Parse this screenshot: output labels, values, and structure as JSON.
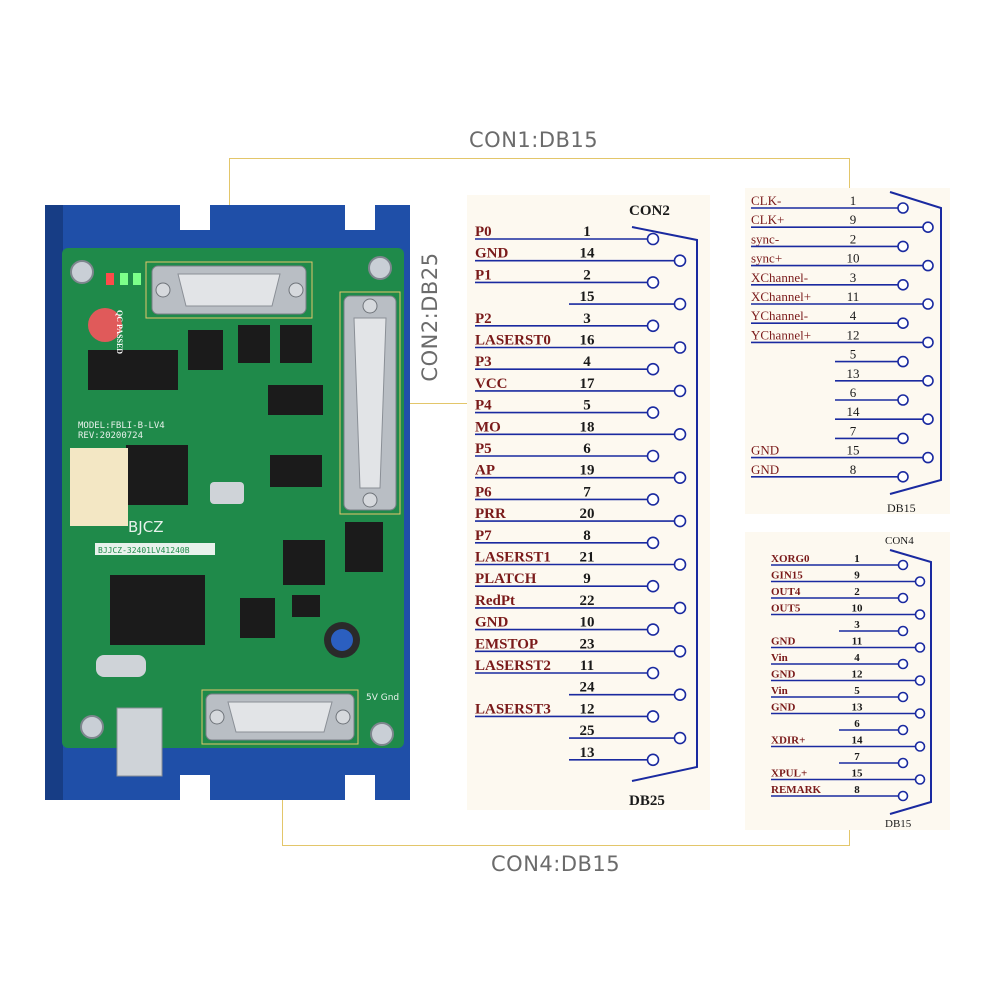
{
  "callouts": {
    "con1": "CON1:DB15",
    "con2": "CON2:DB25",
    "con4": "CON4:DB15"
  },
  "board": {
    "brand": "BJCZ",
    "model": "MODEL:FBLI-B-LV4",
    "rev": "REV:20200724",
    "serial": "BJJCZ-32401LV41240B",
    "qc_badge": "QC PASSED",
    "header_5v": "5V Gnd",
    "colors": {
      "housing": "#1f4fa8",
      "pcb": "#1f8a4a",
      "silk": "#e8f2ec"
    }
  },
  "con2": {
    "title": "CON2",
    "footer": "DB25",
    "left_pins": [
      {
        "label": "P0",
        "pin": "1"
      },
      {
        "label": "P1",
        "pin": "2"
      },
      {
        "label": "",
        "pin": "3"
      },
      {
        "label": "P2",
        "pin": "4"
      },
      {
        "label": "P3",
        "pin": "5"
      },
      {
        "label": "P4",
        "pin": "6"
      },
      {
        "label": "P5",
        "pin": "7"
      },
      {
        "label": "P6",
        "pin": "8"
      },
      {
        "label": "P7",
        "pin": "9"
      },
      {
        "label": "PLATCH",
        "pin": "10"
      },
      {
        "label": "GND",
        "pin": "11"
      },
      {
        "label": "LASERST2",
        "pin": "12"
      },
      {
        "label": "LASERST3",
        "pin": "13"
      }
    ],
    "rows": [
      {
        "label": "P0",
        "pin": "1"
      },
      {
        "label": "GND",
        "pin": "14"
      },
      {
        "label": "P1",
        "pin": "2"
      },
      {
        "label": "",
        "pin": "15"
      },
      {
        "label": "P2",
        "pin": "3"
      },
      {
        "label": "LASERST0",
        "pin": "16"
      },
      {
        "label": "P3",
        "pin": "4"
      },
      {
        "label": "VCC",
        "pin": "17"
      },
      {
        "label": "P4",
        "pin": "5"
      },
      {
        "label": "MO",
        "pin": "18"
      },
      {
        "label": "P5",
        "pin": "6"
      },
      {
        "label": "AP",
        "pin": "19"
      },
      {
        "label": "P6",
        "pin": "7"
      },
      {
        "label": "PRR",
        "pin": "20"
      },
      {
        "label": "P7",
        "pin": "8"
      },
      {
        "label": "LASERST1",
        "pin": "21"
      },
      {
        "label": "PLATCH",
        "pin": "9"
      },
      {
        "label": "RedPt",
        "pin": "22"
      },
      {
        "label": "GND",
        "pin": "10"
      },
      {
        "label": "EMSTOP",
        "pin": "23"
      },
      {
        "label": "LASERST2",
        "pin": "11"
      },
      {
        "label": "",
        "pin": "24"
      },
      {
        "label": "LASERST3",
        "pin": "12"
      },
      {
        "label": "",
        "pin": "25"
      },
      {
        "label": "",
        "pin": "13"
      }
    ]
  },
  "con1": {
    "footer": "DB15",
    "rows": [
      {
        "label": "CLK-",
        "pin": "1"
      },
      {
        "label": "CLK+",
        "pin": "9"
      },
      {
        "label": "sync-",
        "pin": "2"
      },
      {
        "label": "sync+",
        "pin": "10"
      },
      {
        "label": "XChannel-",
        "pin": "3"
      },
      {
        "label": "XChannel+",
        "pin": "11"
      },
      {
        "label": "YChannel-",
        "pin": "4"
      },
      {
        "label": "YChannel+",
        "pin": "12"
      },
      {
        "label": "",
        "pin": "5"
      },
      {
        "label": "",
        "pin": "13"
      },
      {
        "label": "",
        "pin": "6"
      },
      {
        "label": "",
        "pin": "14"
      },
      {
        "label": "",
        "pin": "7"
      },
      {
        "label": "GND",
        "pin": "15"
      },
      {
        "label": "GND",
        "pin": "8"
      }
    ]
  },
  "con4": {
    "title": "CON4",
    "footer": "DB15",
    "rows": [
      {
        "label": "XORG0",
        "pin": "1"
      },
      {
        "label": "GIN15",
        "pin": "9"
      },
      {
        "label": "OUT4",
        "pin": "2"
      },
      {
        "label": "OUT5",
        "pin": "10"
      },
      {
        "label": "",
        "pin": "3"
      },
      {
        "label": "GND",
        "pin": "11"
      },
      {
        "label": "Vin",
        "pin": "4"
      },
      {
        "label": "GND",
        "pin": "12"
      },
      {
        "label": "Vin",
        "pin": "5"
      },
      {
        "label": "GND",
        "pin": "13"
      },
      {
        "label": "",
        "pin": "6"
      },
      {
        "label": "XDIR+",
        "pin": "14"
      },
      {
        "label": "",
        "pin": "7"
      },
      {
        "label": "XPUL+",
        "pin": "15"
      },
      {
        "label": "REMARK",
        "pin": "8"
      }
    ]
  },
  "colors": {
    "label_text": "#7a1a1a",
    "pin_line": "#1a2aa0",
    "connector": "#1a2aa0",
    "guide": "#e3c66a"
  }
}
